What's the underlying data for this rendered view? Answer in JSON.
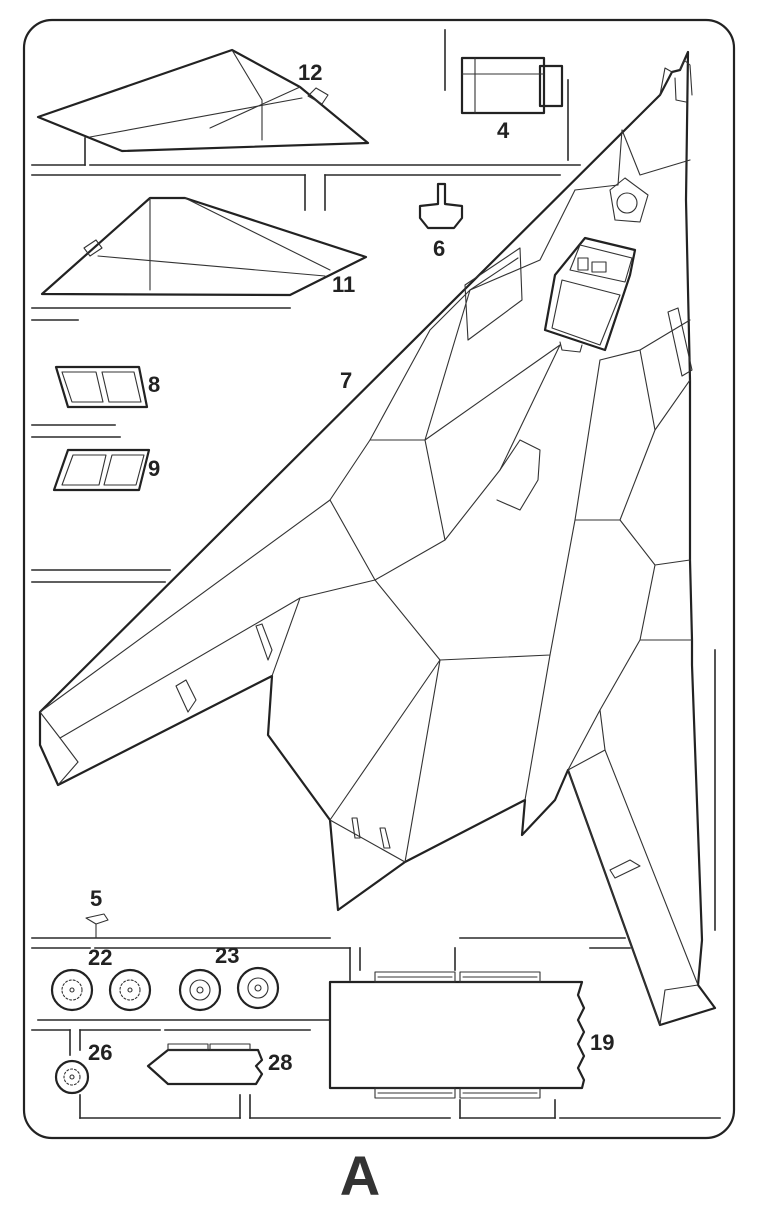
{
  "sheet_letter": "A",
  "parts": {
    "p12": "12",
    "p4": "4",
    "p6": "6",
    "p11": "11",
    "p8": "8",
    "p7": "7",
    "p9": "9",
    "p5": "5",
    "p22": "22",
    "p23": "23",
    "p19": "19",
    "p26": "26",
    "p28": "28"
  },
  "colors": {
    "ink": "#222222",
    "paper": "#ffffff"
  }
}
